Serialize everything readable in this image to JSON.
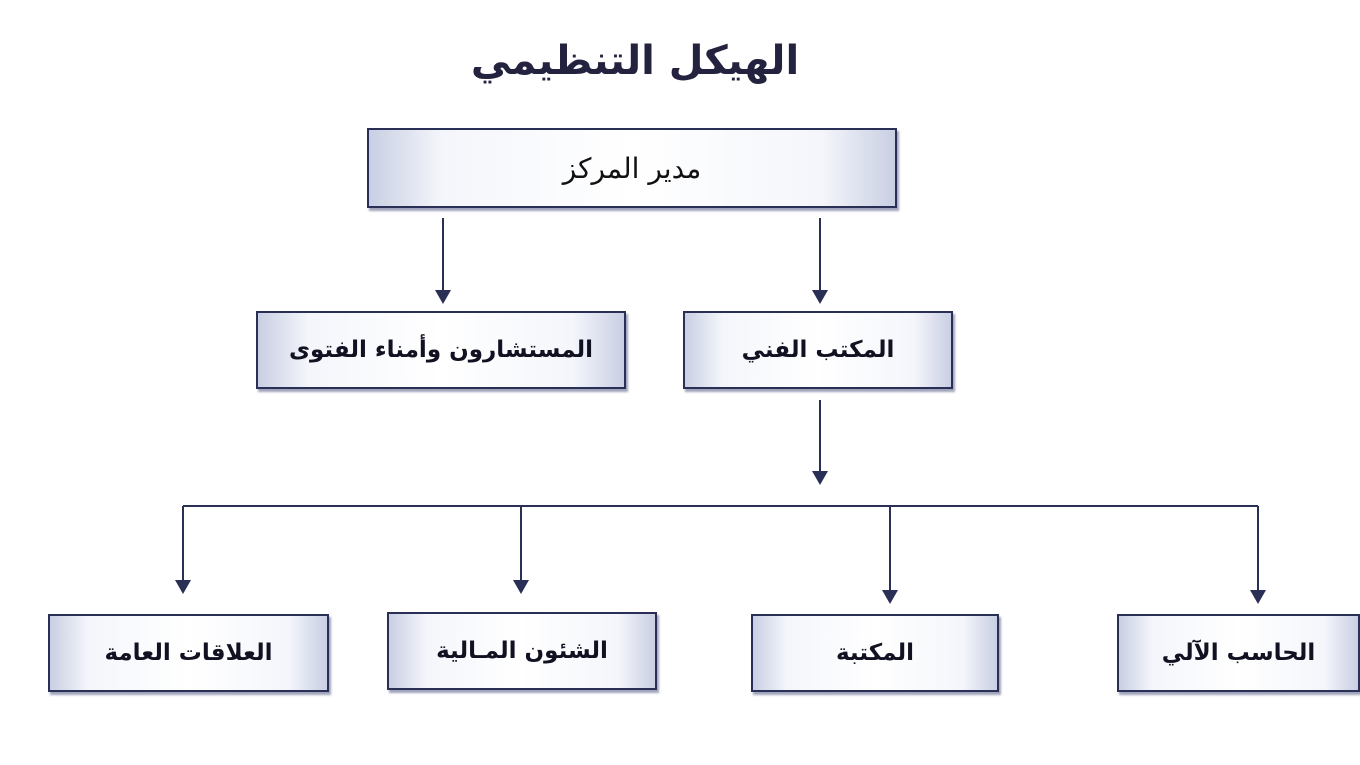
{
  "diagram": {
    "title": "الهيكل التنظيمي",
    "nodes": {
      "root": {
        "label": "مدير المركز"
      },
      "tech_office": {
        "label": "المكتب الفني"
      },
      "advisors": {
        "label": "المستشارون  وأمناء الفتوى"
      },
      "computer": {
        "label": "الحاسب الآلي"
      },
      "library": {
        "label": "المكتبة"
      },
      "finance": {
        "label": "الشئون المـالية"
      },
      "public_relations": {
        "label": "العلاقات العامة"
      }
    },
    "edges": [
      [
        "root",
        "tech_office"
      ],
      [
        "root",
        "advisors"
      ],
      [
        "tech_office",
        "computer"
      ],
      [
        "tech_office",
        "library"
      ],
      [
        "tech_office",
        "finance"
      ],
      [
        "tech_office",
        "public_relations"
      ]
    ],
    "colors": {
      "line": "#2a2f55",
      "node_border": "#2a2f55",
      "title": "#23233f"
    }
  }
}
